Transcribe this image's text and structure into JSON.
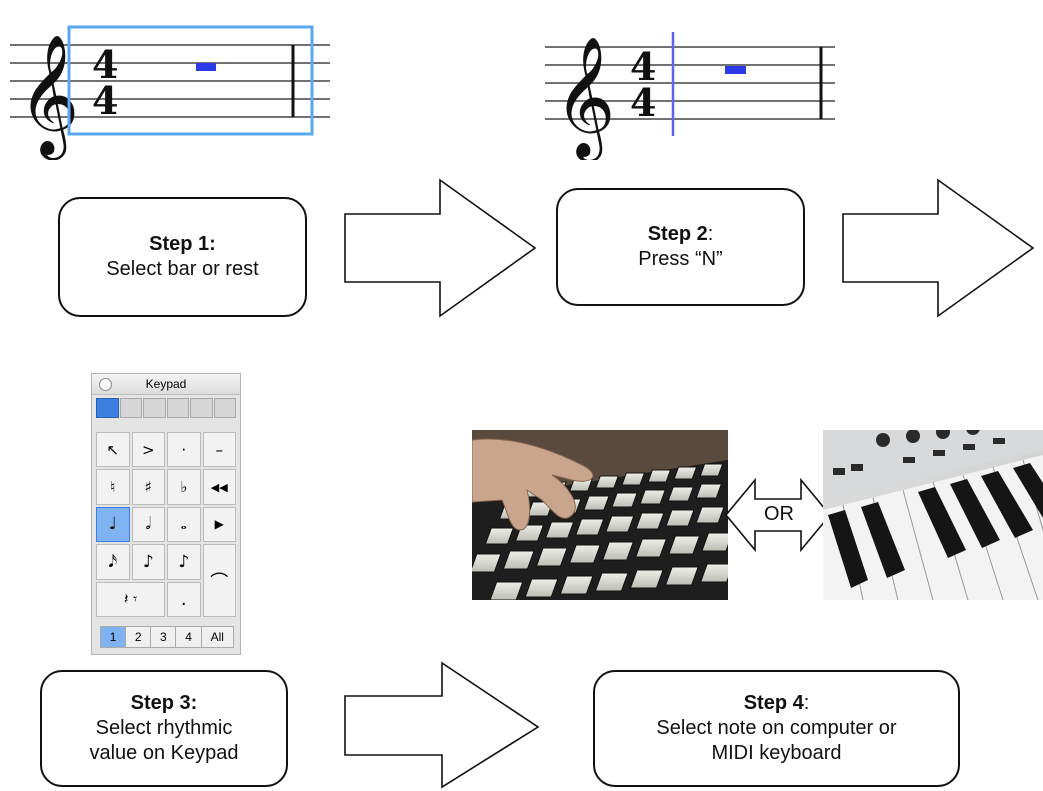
{
  "steps": {
    "step1": {
      "title": "Step 1:",
      "text": "Select bar or rest"
    },
    "step2": {
      "title": "Step 2",
      "colon": ":",
      "text": "Press “N”"
    },
    "step3": {
      "title": "Step 3:",
      "line1": "Select rhythmic",
      "line2": "value on Keypad"
    },
    "step4": {
      "title": "Step 4",
      "colon": ":",
      "line1": "Select note on computer or",
      "line2": "MIDI keyboard"
    }
  },
  "keypad": {
    "title": "Keypad",
    "tabs": [
      "1",
      "2",
      "3",
      "4",
      "All"
    ],
    "active_tab": "1",
    "grid": [
      [
        "↖",
        ">",
        "·",
        "–"
      ],
      [
        "♮",
        "♯",
        "♭",
        "◀◀"
      ],
      [
        "♩",
        "𝅗𝅥",
        "𝅝",
        "▶"
      ],
      [
        "𝅘𝅥𝅯",
        "♪",
        "♪",
        ""
      ],
      [
        "𝄽 𝄾",
        "",
        ".",
        "⌒"
      ]
    ]
  },
  "or_label": "OR",
  "music": {
    "time_signature_top": "4",
    "time_signature_bottom": "4"
  },
  "colors": {
    "selection": "#5aa8ee",
    "rest": "#2b39e6",
    "cursor": "#5a64e8",
    "accent_key": "#3b7fe0"
  },
  "icons": [
    "treble-clef-icon",
    "arrow-right-icon",
    "double-arrow-icon",
    "keypad-icon"
  ]
}
